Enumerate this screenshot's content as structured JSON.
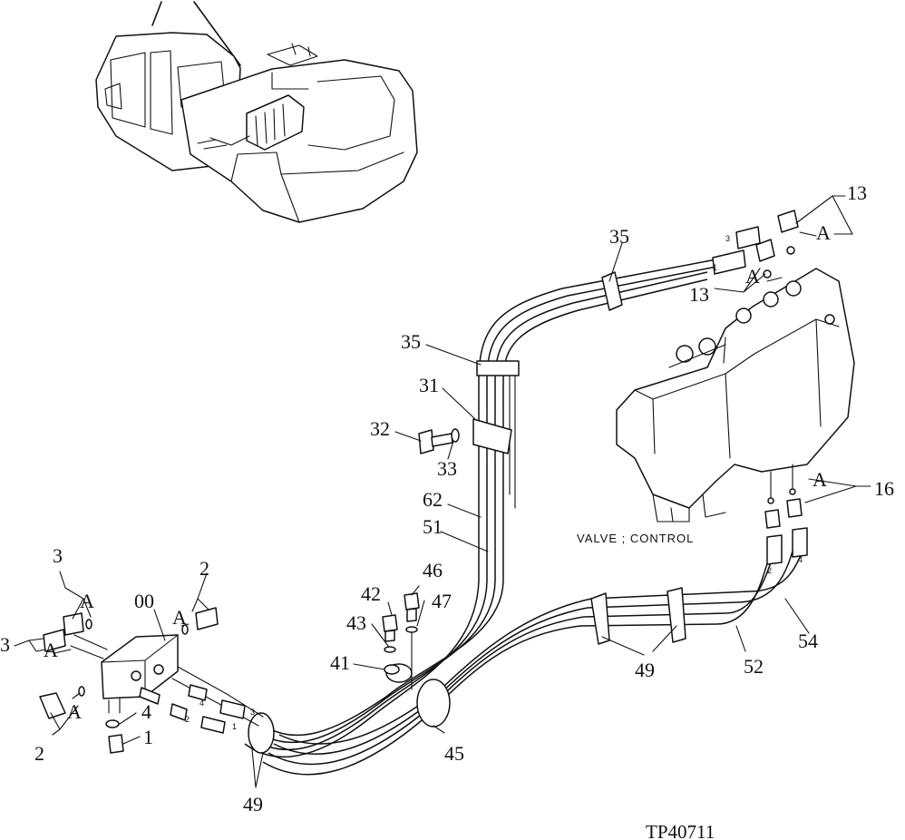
{
  "drawing_code": "TP40711",
  "valve_caption": "VALVE ; CONTROL",
  "callouts": {
    "c13a": "13",
    "c13b": "13",
    "cA1": "A",
    "cA2": "A",
    "c35a": "35",
    "c35b": "35",
    "c31": "31",
    "c32": "32",
    "c33": "33",
    "c62": "62",
    "c51": "51",
    "c16": "16",
    "cA3": "A",
    "c46": "46",
    "c42": "42",
    "c47": "47",
    "c43": "43",
    "c41": "41",
    "c49a": "49",
    "c52": "52",
    "c54": "54",
    "c45": "45",
    "c49b": "49",
    "c00": "00",
    "c2a": "2",
    "cA4": "A",
    "c3a": "3",
    "cA5": "A",
    "c3b": "3",
    "cA6": "A",
    "cA7": "A",
    "c2b": "2",
    "c4": "4",
    "c1": "1"
  },
  "hose_markers": {
    "m3": "3",
    "m1": "1",
    "m2a": "2",
    "m4a": "4",
    "m4b": "4",
    "m2b": "2",
    "m1b": "1",
    "m3b": "3"
  }
}
